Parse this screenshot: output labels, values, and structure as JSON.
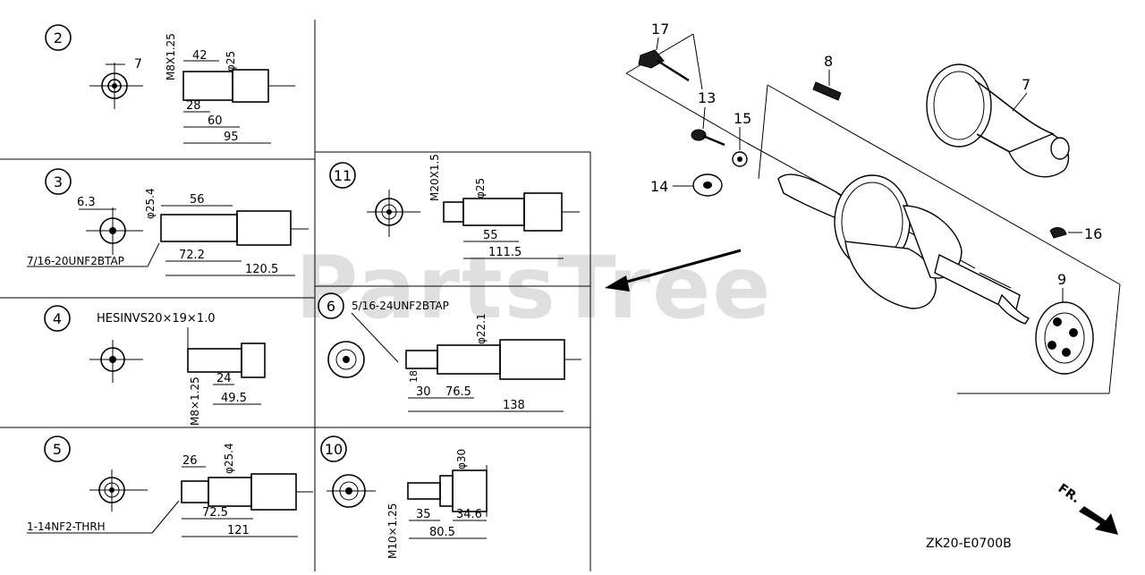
{
  "watermark": "PartsTree",
  "diagram_code": "ZK20-E0700B",
  "front_label": "FR.",
  "variants": {
    "v2": {
      "num": "2",
      "thread": "M8X1.25",
      "ref": "7",
      "d42": "42",
      "dia": "φ25",
      "d28": "28",
      "d60": "60",
      "d95": "95"
    },
    "v3": {
      "num": "3",
      "ref": "6.3",
      "dia": "φ25.4",
      "d56": "56",
      "d722": "72.2",
      "d1205": "120.5",
      "tap": "7/16-20UNF2BTAP"
    },
    "v4": {
      "num": "4",
      "spline": "HESINVS20×19×1.0",
      "d24": "24",
      "d495": "49.5",
      "thread": "M8×1.25"
    },
    "v5": {
      "num": "5",
      "d26": "26",
      "dia": "φ25.4",
      "d725": "72.5",
      "d121": "121",
      "thread": "1-14NF2-THRH"
    },
    "v11": {
      "num": "11",
      "thread": "M20X1.5",
      "dia": "φ25",
      "d55": "55",
      "d1115": "111.5"
    },
    "v6": {
      "num": "6",
      "tap": "5/16-24UNF2BTAP",
      "dia": "φ22.1",
      "d18": "18",
      "d30": "30",
      "d765": "76.5",
      "d138": "138"
    },
    "v10": {
      "num": "10",
      "dia": "φ30",
      "d35": "35",
      "d346": "34.6",
      "d805": "80.5",
      "thread": "M10×1.25"
    }
  },
  "parts": {
    "p17": "17",
    "p8": "8",
    "p7": "7",
    "p13": "13",
    "p15": "15",
    "p14": "14",
    "p16": "16",
    "p9": "9"
  }
}
